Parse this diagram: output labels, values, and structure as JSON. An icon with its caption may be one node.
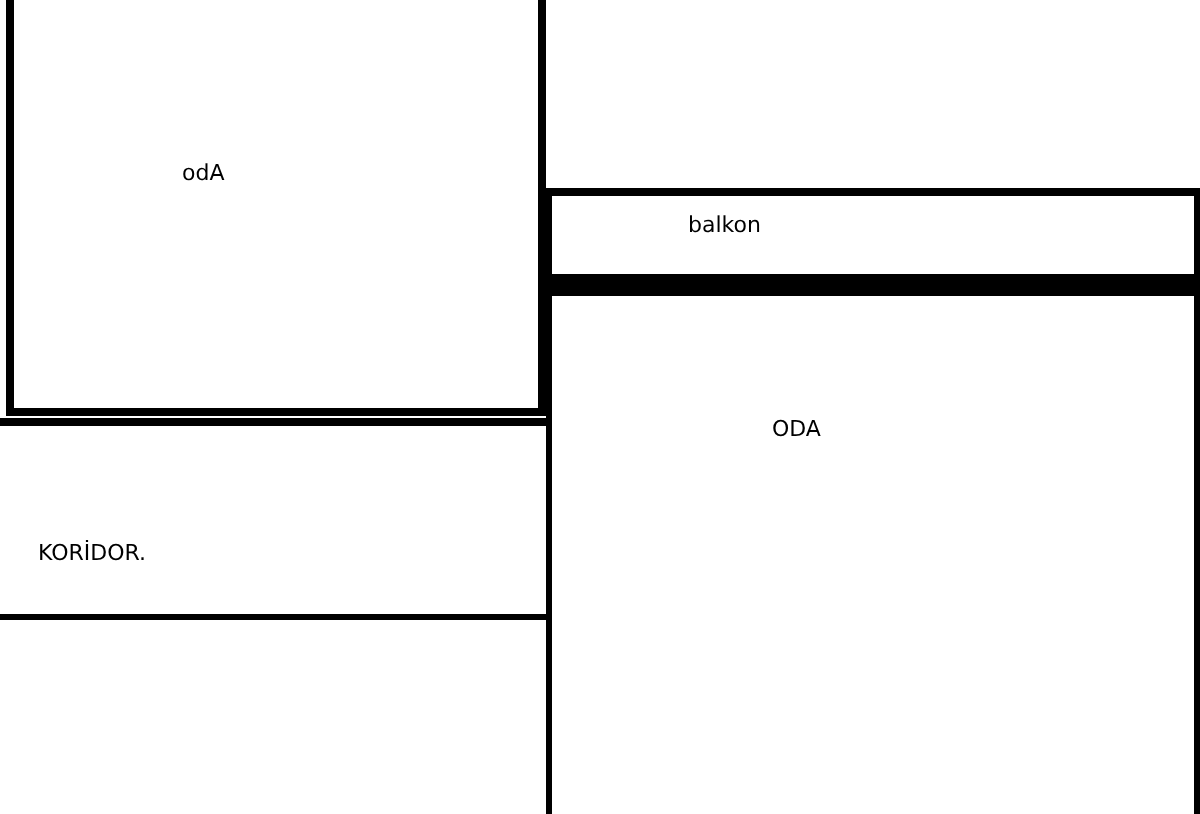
{
  "diagram": {
    "nodes": [
      {
        "text": [
          "odA"
        ]
      },
      {
        "text": [
          "balkon"
        ]
      },
      {
        "text": [
          "ODA"
        ]
      },
      {
        "text": [
          "KORİDOR."
        ]
      }
    ]
  }
}
